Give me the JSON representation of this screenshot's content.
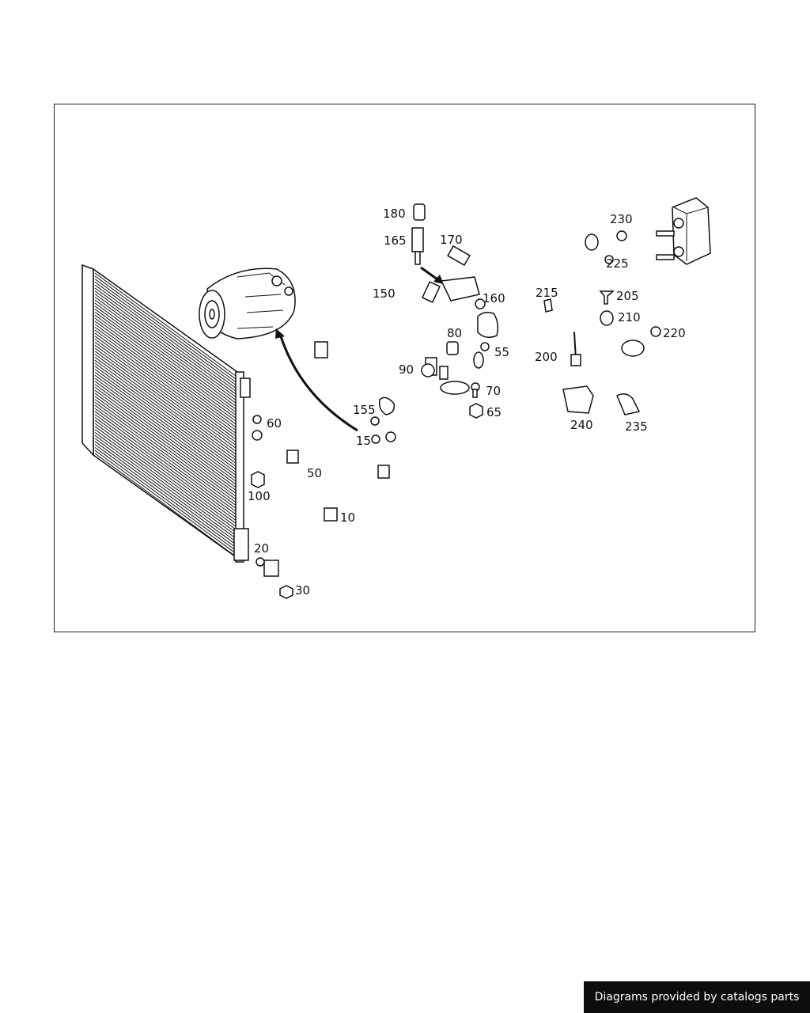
{
  "credit": "Diagrams provided by catalogs parts",
  "callouts": {
    "c10": "10",
    "c15": "15",
    "c20": "20",
    "c30": "30",
    "c50": "50",
    "c55": "55",
    "c60": "60",
    "c65": "65",
    "c70": "70",
    "c80": "80",
    "c90": "90",
    "c100": "100",
    "c150": "150",
    "c155": "155",
    "c160": "160",
    "c165": "165",
    "c170": "170",
    "c180": "180",
    "c200": "200",
    "c205": "205",
    "c210": "210",
    "c215": "215",
    "c220": "220",
    "c225": "225",
    "c230": "230",
    "c235": "235",
    "c240": "240"
  },
  "colors": {
    "line": "#111111",
    "background": "#ffffff",
    "credit_bg": "#0d0d0d"
  }
}
